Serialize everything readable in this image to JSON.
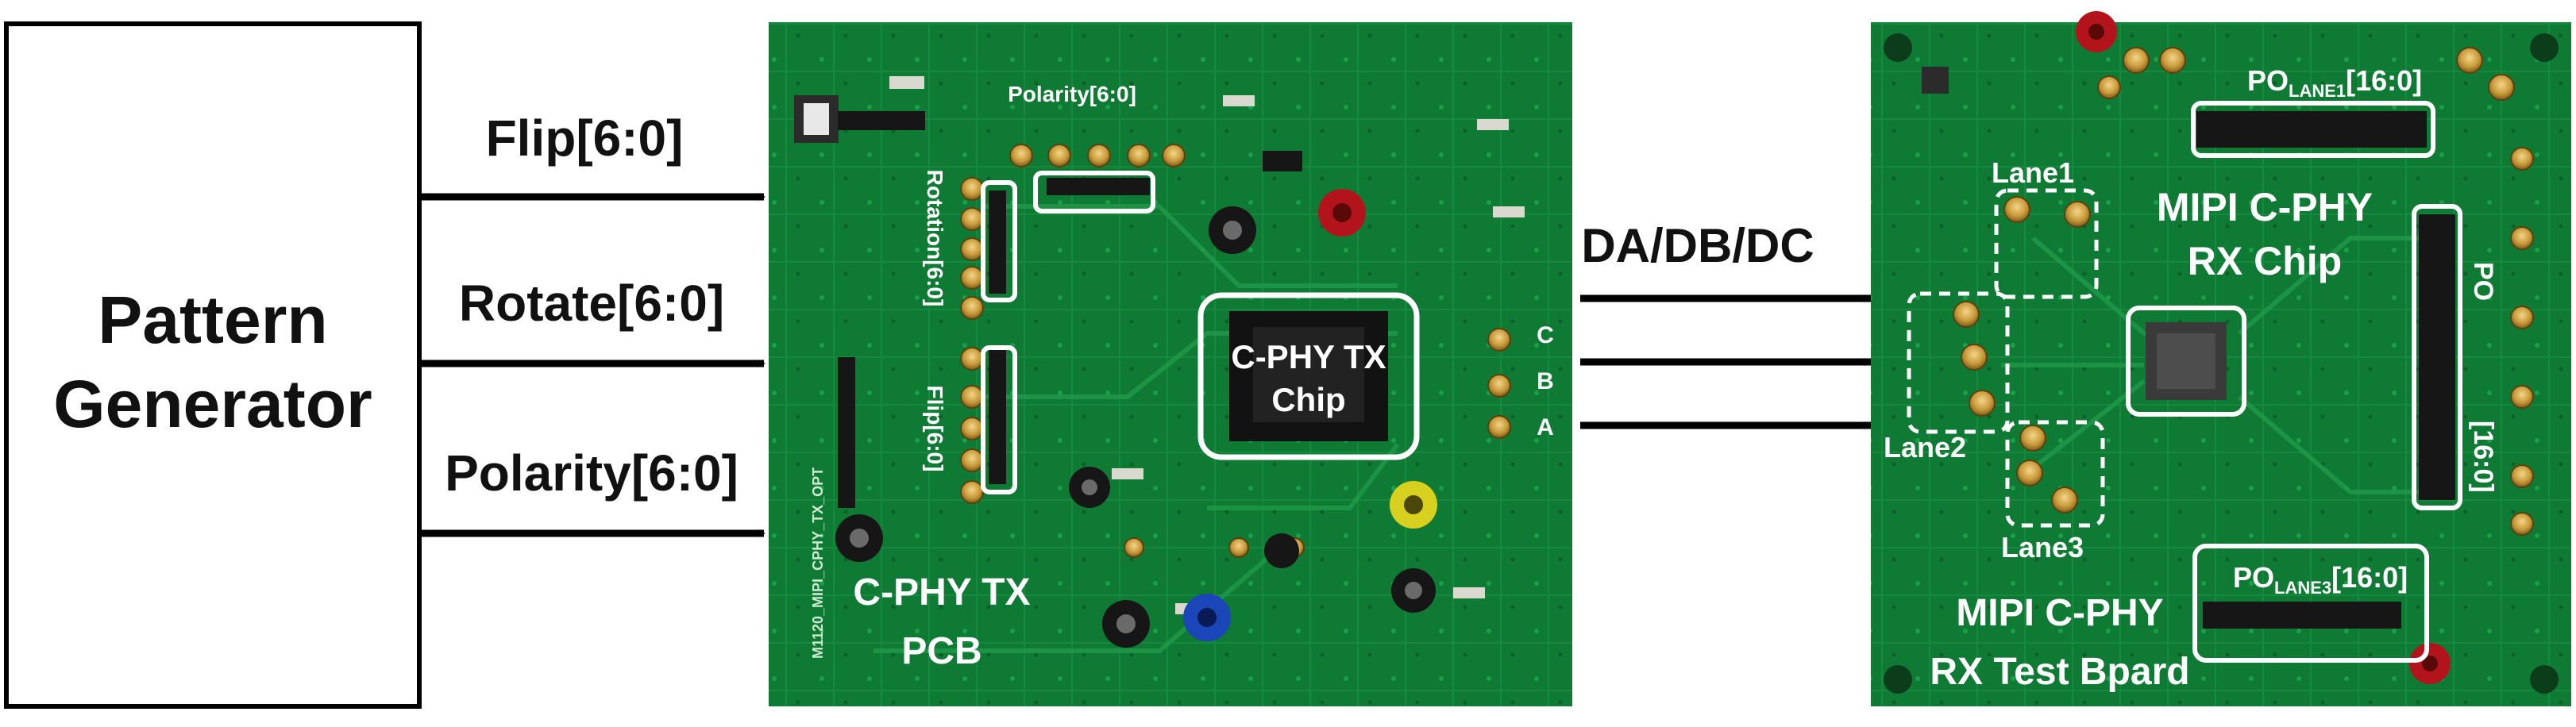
{
  "generator": {
    "line1": "Pattern",
    "line2": "Generator"
  },
  "inputs": {
    "flip": "Flip[6:0]",
    "rotate": "Rotate[6:0]",
    "polarity": "Polarity[6:0]"
  },
  "bus_label": "DA/DB/DC",
  "tx_board": {
    "label1": "C-PHY TX",
    "label2": "PCB",
    "chip1": "C-PHY TX",
    "chip2": "Chip",
    "polarity": "Polarity[6:0]",
    "rotation": "Rotation[6:0]",
    "flip": "Flip[6:0]",
    "pin_c": "C",
    "pin_b": "B",
    "pin_a": "A",
    "silk_name": "M1120_MIPI_CPHY_TX_OPT"
  },
  "rx_board": {
    "lane1": "Lane1",
    "lane2": "Lane2",
    "lane3": "Lane3",
    "chip1": "MIPI C-PHY",
    "chip2": "RX Chip",
    "board1": "MIPI C-PHY",
    "board2": "RX Test Bpard",
    "po_main": "PO",
    "po_lane1_sub": "LANE1",
    "po_lane1_range": "[16:0]",
    "po_lane2_range": "[16:0]",
    "po_lane3_sub": "LANE3",
    "po_lane3_range": "[16:0]"
  },
  "colors": {
    "pcb_green": "#0f7a34",
    "label_white": "#ffffff",
    "arrow_black": "#000000"
  }
}
